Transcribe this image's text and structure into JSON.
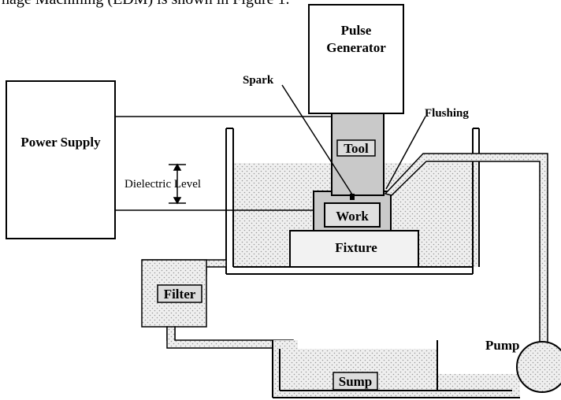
{
  "caption_fragment": "hage Machining (EDM) is shown in Figure 1.",
  "labels": {
    "pulse_generator_line1": "Pulse",
    "pulse_generator_line2": "Generator",
    "spark": "Spark",
    "flushing": "Flushing",
    "power_supply": "Power Supply",
    "tool": "Tool",
    "dielectric_level": "Dielectric Level",
    "work": "Work",
    "fixture": "Fixture",
    "filter": "Filter",
    "pump": "Pump",
    "sump": "Sump"
  },
  "colors": {
    "dielectric_fill": "#e6e6e6",
    "tool_fill": "#c9c9c9",
    "work_fill": "#c9c9c9",
    "line": "#000000"
  }
}
